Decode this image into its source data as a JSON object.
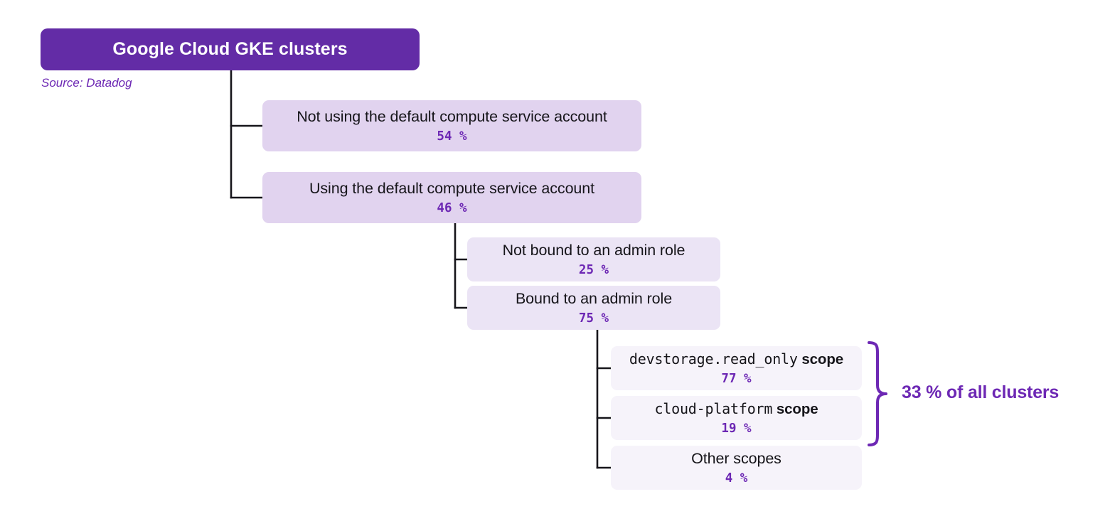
{
  "root": {
    "label": "Google Cloud GKE clusters"
  },
  "source": {
    "caption": "Source: Datadog"
  },
  "nodes": {
    "not_using_default_sa": {
      "label": "Not using the default compute service account",
      "value": "54 %"
    },
    "using_default_sa": {
      "label": "Using the default compute service account",
      "value": "46 %"
    },
    "not_bound_admin": {
      "label": "Not bound to an admin role",
      "value": "25 %"
    },
    "bound_admin": {
      "label": "Bound to an admin role",
      "value": "75 %"
    },
    "devstorage_scope": {
      "code": "devstorage.read_only",
      "suffix": " scope",
      "value": "77 %"
    },
    "cloud_platform_scope": {
      "code": "cloud-platform",
      "suffix": " scope",
      "value": "19 %"
    },
    "other_scopes": {
      "label": "Other scopes",
      "value": "4 %"
    }
  },
  "annotation": {
    "brace_label": "33 % of all clusters"
  },
  "colors": {
    "brand_purple": "#632ca6",
    "accent_purple": "#6d28b4",
    "level_1_fill": "#e1d3ef",
    "level_2_fill": "#ebe4f5",
    "level_3_fill": "#f6f3fa",
    "connector": "#16151a",
    "text_dark": "#16151a"
  },
  "chart_data": {
    "type": "table",
    "title": "Google Cloud GKE clusters",
    "source": "Datadog",
    "hierarchy": [
      {
        "label": "Not using the default compute service account",
        "value": 54,
        "unit": "%",
        "level": 1,
        "children": []
      },
      {
        "label": "Using the default compute service account",
        "value": 46,
        "unit": "%",
        "level": 1,
        "children": [
          {
            "label": "Not bound to an admin role",
            "value": 25,
            "unit": "%",
            "level": 2,
            "children": []
          },
          {
            "label": "Bound to an admin role",
            "value": 75,
            "unit": "%",
            "level": 2,
            "children": [
              {
                "label": "devstorage.read_only scope",
                "value": 77,
                "unit": "%",
                "level": 3
              },
              {
                "label": "cloud-platform scope",
                "value": 19,
                "unit": "%",
                "level": 3
              },
              {
                "label": "Other scopes",
                "value": 4,
                "unit": "%",
                "level": 3
              }
            ]
          }
        ]
      }
    ],
    "annotations": [
      {
        "text": "33 % of all clusters",
        "covers": [
          "devstorage.read_only scope",
          "cloud-platform scope"
        ]
      }
    ]
  }
}
